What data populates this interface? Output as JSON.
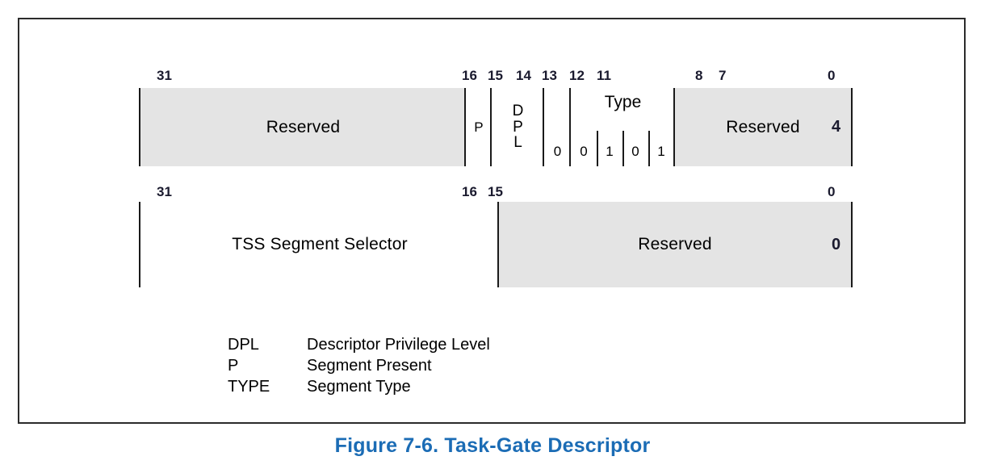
{
  "figure": {
    "caption": "Figure 7-6.  Task-Gate Descriptor",
    "caption_color": "#1b6cb5",
    "shaded_fill": "#e4e4e4",
    "border_color": "#1a1a1a"
  },
  "rows": [
    {
      "id": "row-offset-4",
      "offset_label": "4",
      "bit_numbers": [
        "31",
        "16",
        "15",
        "14",
        "13",
        "12",
        "11",
        "8",
        "7",
        "0"
      ],
      "fields": [
        {
          "name": "reserved-high",
          "label": "Reserved",
          "shaded": true,
          "bits": "31:16"
        },
        {
          "name": "present-bit",
          "label": "P",
          "shaded": false,
          "bits": "15"
        },
        {
          "name": "dpl-field",
          "label": "DPL",
          "letters": [
            "D",
            "P",
            "L"
          ],
          "shaded": false,
          "bits": "14:13"
        },
        {
          "name": "zero-bit-12",
          "label": "0",
          "shaded": false,
          "bits": "12"
        },
        {
          "name": "type-field",
          "label": "Type",
          "shaded": false,
          "bits": "11:8",
          "digits": [
            "0",
            "1",
            "0",
            "1"
          ]
        },
        {
          "name": "reserved-low",
          "label": "Reserved",
          "shaded": true,
          "bits": "7:0"
        }
      ]
    },
    {
      "id": "row-offset-0",
      "offset_label": "0",
      "bit_numbers": [
        "31",
        "16",
        "15",
        "0"
      ],
      "fields": [
        {
          "name": "tss-segment-selector",
          "label": "TSS Segment Selector",
          "shaded": false,
          "bits": "31:16"
        },
        {
          "name": "reserved-low-word",
          "label": "Reserved",
          "shaded": true,
          "bits": "15:0"
        }
      ]
    }
  ],
  "legend": [
    {
      "abbr": "DPL",
      "desc": "Descriptor Privilege Level"
    },
    {
      "abbr": "P",
      "desc": "Segment Present"
    },
    {
      "abbr": "TYPE",
      "desc": "Segment Type"
    }
  ]
}
